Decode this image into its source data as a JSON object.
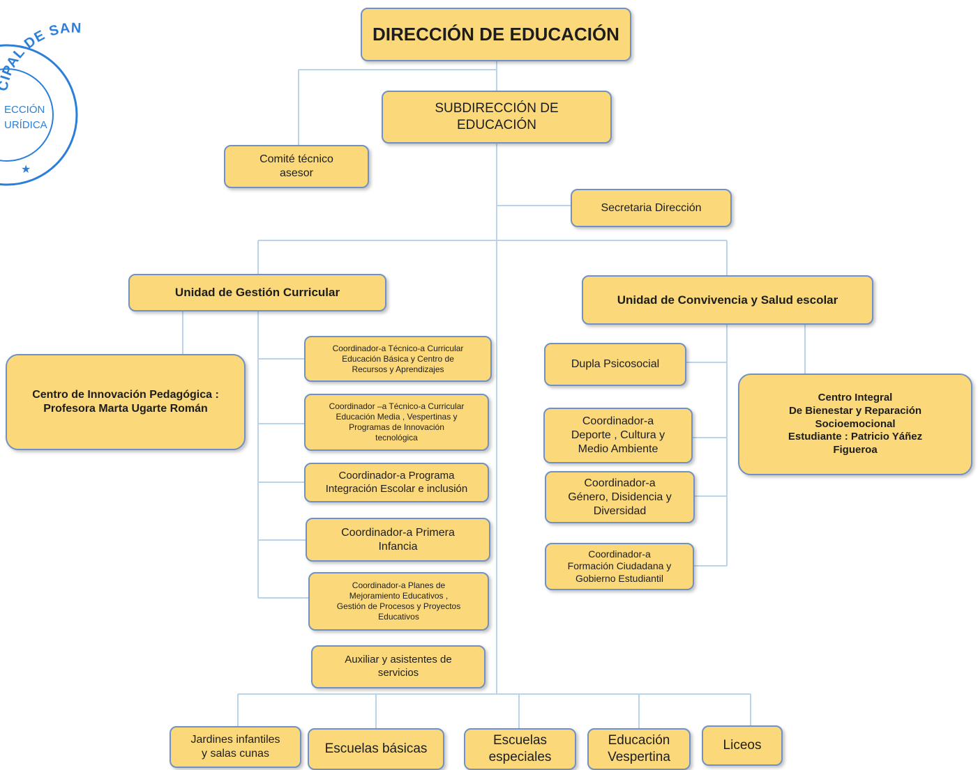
{
  "colors": {
    "box_fill": "#fbd97a",
    "box_border": "#6f91c4",
    "connector": "#b9d3ea",
    "stamp_ink": "#2b7fd9"
  },
  "stamp": {
    "ring_text": "CIPAL DE SAN MIGUEL",
    "line1": "ECCIÓN",
    "line2": "URÍDICA",
    "star": "★"
  },
  "org_chart": {
    "direccion": "DIRECCIÓN DE EDUCACIÓN",
    "subdireccion": "SUBDIRECCIÓN DE\nEDUCACIÓN",
    "comite": "Comité técnico\nasesor",
    "secretaria": "Secretaria Dirección",
    "ugc": "Unidad  de Gestión Curricular",
    "ucse": "Unidad de Convivencia y Salud escolar",
    "centro_innovacion": "Centro de Innovación Pedagógica :\nProfesora Marta Ugarte Román",
    "ugc_coordinators": [
      "Coordinador-a Técnico-a Curricular\nEducación Básica y Centro de\nRecursos y Aprendizajes",
      "Coordinador –a Técnico-a Curricular\nEducación Media , Vespertinas y\nProgramas de Innovación\ntecnológica",
      "Coordinador-a Programa\nIntegración Escolar  e inclusión",
      "Coordinador-a Primera\nInfancia",
      "Coordinador-a Planes de\nMejoramiento Educativos ,\nGestión de Procesos y Proyectos\nEducativos",
      "Auxiliar y asistentes de\nservicios"
    ],
    "ucse_coordinators": [
      "Dupla Psicosocial",
      "Coordinador-a\nDeporte  , Cultura y\nMedio Ambiente",
      "Coordinador-a\nGénero, Disidencia y\nDiversidad",
      "Coordinador-a\nFormación Ciudadana y\nGobierno Estudiantil"
    ],
    "centro_integral": "Centro Integral\nDe Bienestar  y Reparación\nSocioemocional\nEstudiante : Patricio Yáñez\nFigueroa",
    "establishments": [
      "Jardines infantiles\ny salas cunas",
      "Escuelas básicas",
      "Escuelas\nespeciales",
      "Educación\nVespertina",
      "Liceos"
    ]
  }
}
